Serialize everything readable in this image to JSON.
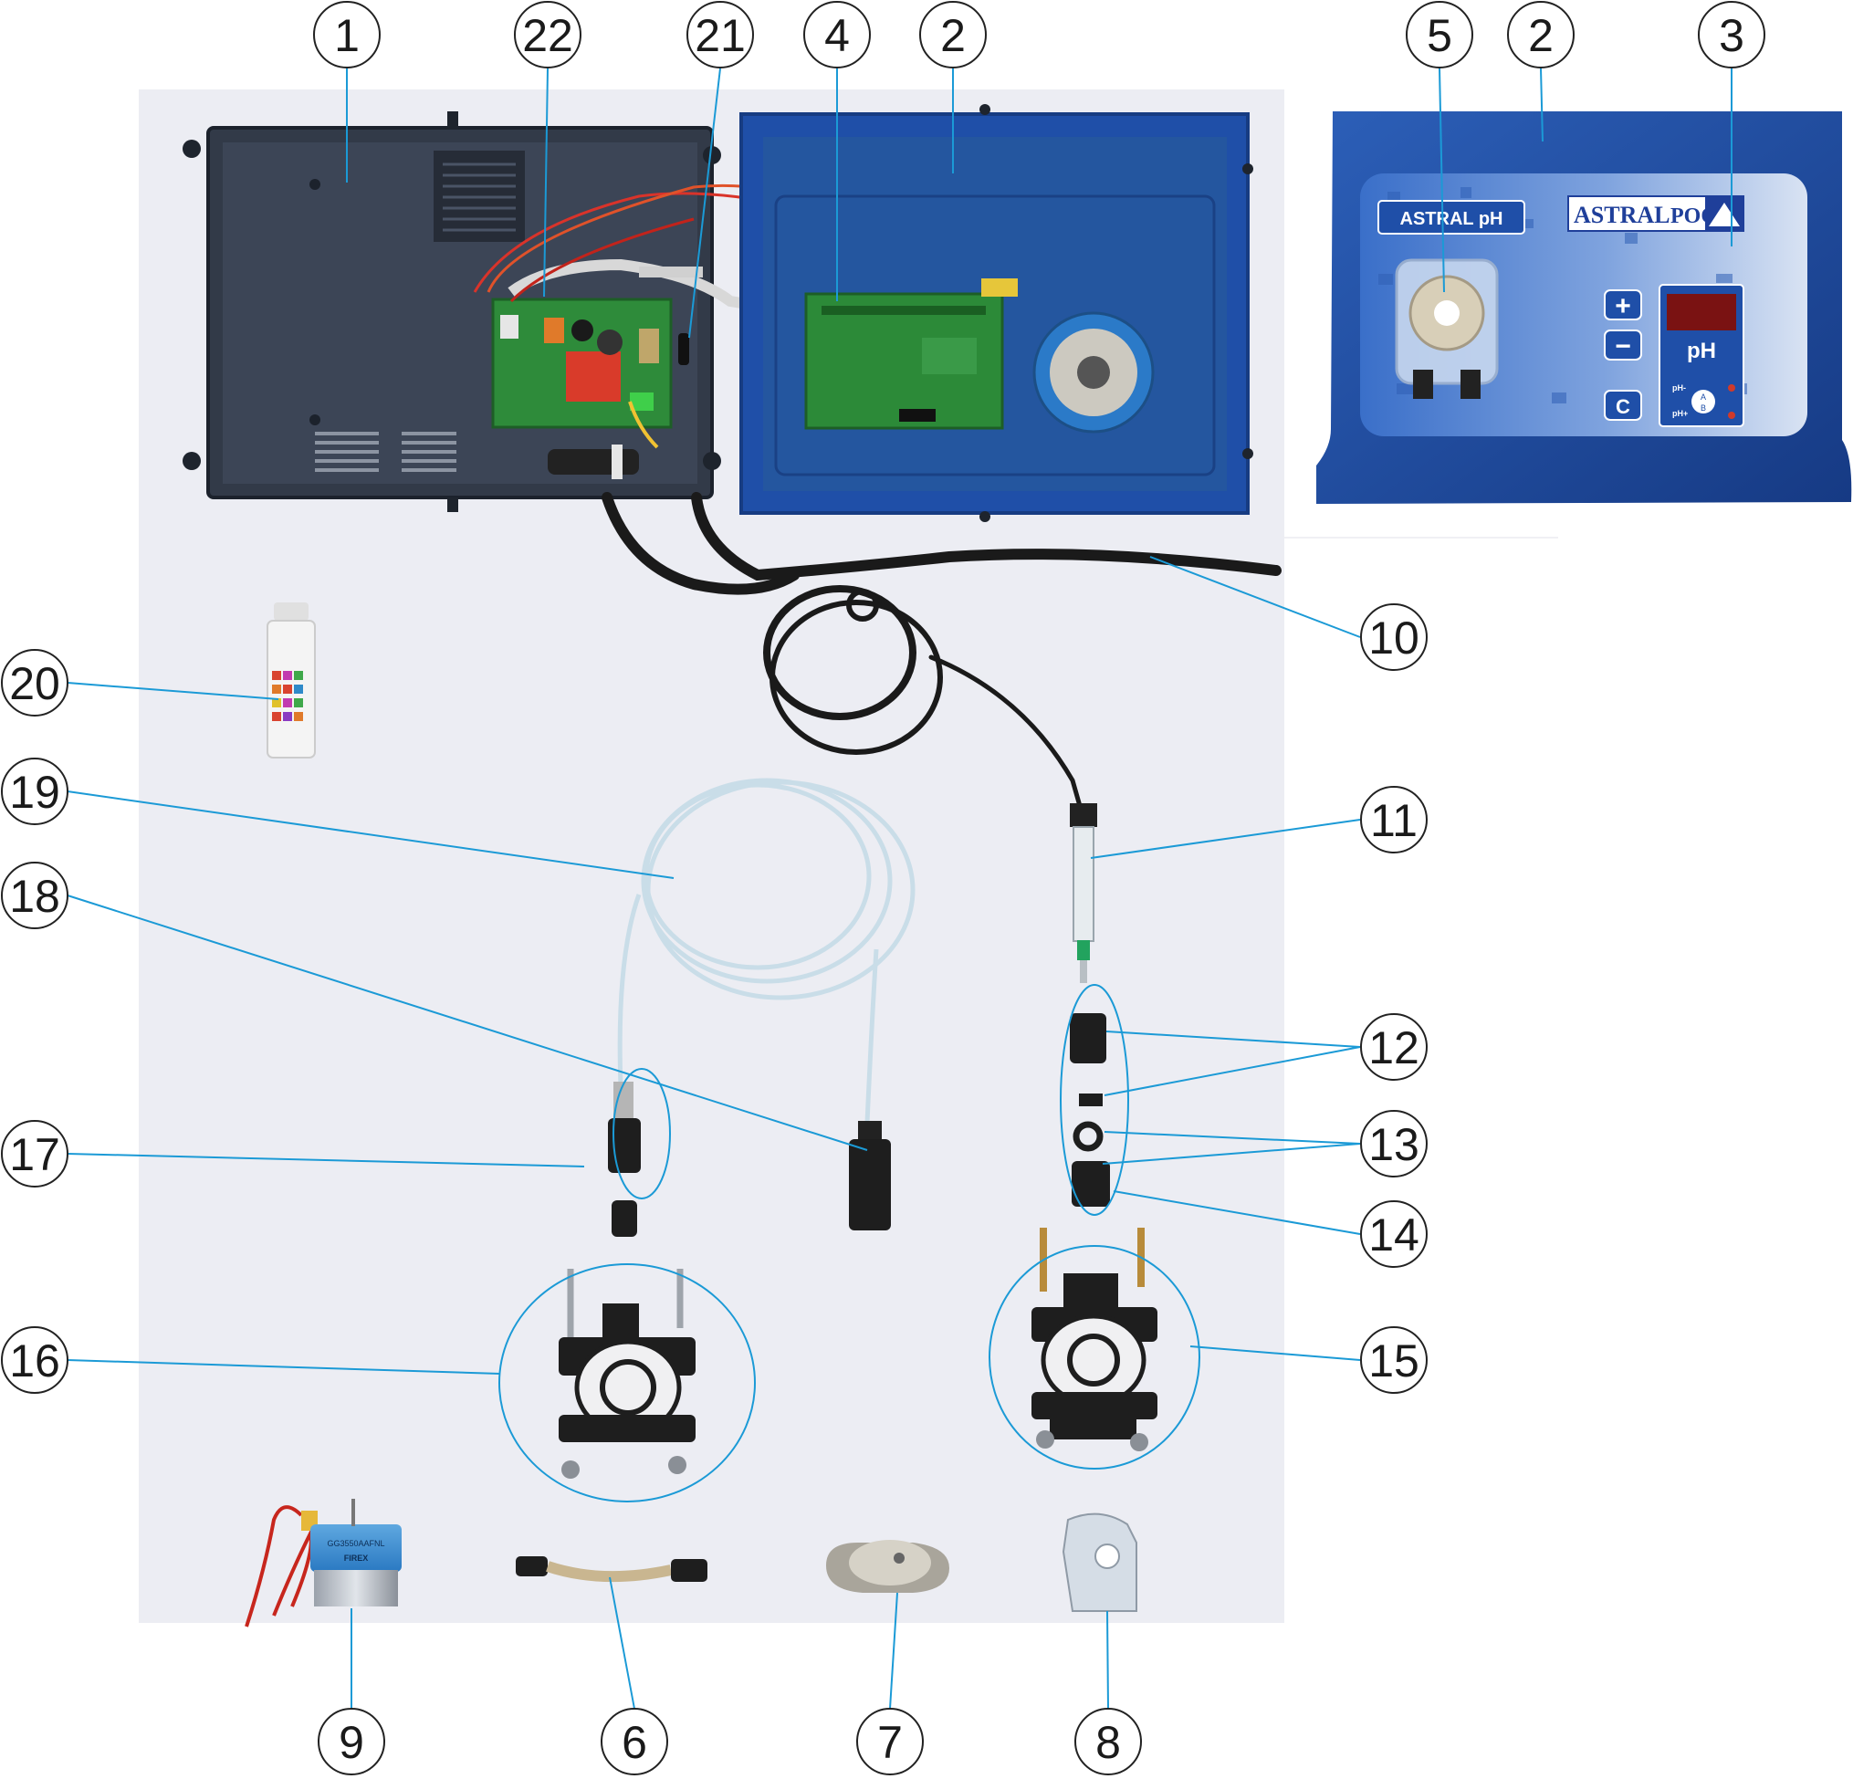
{
  "panel": {
    "product_label": "ASTRAL pH",
    "brand_bold": "ASTRAL",
    "brand_light": "POOL",
    "display_unit": "pH",
    "btn_plus": "+",
    "btn_minus": "−",
    "btn_c": "C",
    "selector_top": "pH-",
    "selector_bottom": "pH+",
    "selector_a": "A",
    "selector_b": "B"
  },
  "motor": {
    "label_line1": "GG3550AAFNL",
    "label_line2": "FIREX"
  },
  "callouts": [
    {
      "id": "c1",
      "label": "1"
    },
    {
      "id": "c22",
      "label": "22"
    },
    {
      "id": "c21",
      "label": "21"
    },
    {
      "id": "c4",
      "label": "4"
    },
    {
      "id": "c2a",
      "label": "2"
    },
    {
      "id": "c5",
      "label": "5"
    },
    {
      "id": "c2b",
      "label": "2"
    },
    {
      "id": "c3",
      "label": "3"
    },
    {
      "id": "c10",
      "label": "10"
    },
    {
      "id": "c20",
      "label": "20"
    },
    {
      "id": "c19",
      "label": "19"
    },
    {
      "id": "c11",
      "label": "11"
    },
    {
      "id": "c18",
      "label": "18"
    },
    {
      "id": "c12",
      "label": "12"
    },
    {
      "id": "c13",
      "label": "13"
    },
    {
      "id": "c17",
      "label": "17"
    },
    {
      "id": "c14",
      "label": "14"
    },
    {
      "id": "c16",
      "label": "16"
    },
    {
      "id": "c15",
      "label": "15"
    },
    {
      "id": "c9",
      "label": "9"
    },
    {
      "id": "c6",
      "label": "6"
    },
    {
      "id": "c7",
      "label": "7"
    },
    {
      "id": "c8",
      "label": "8"
    }
  ],
  "colors": {
    "leader": "#1b9ad6",
    "enclosure_blue": "#1f4fa8",
    "enclosure_dark": "#3a4456",
    "pcb_green": "#2e8b3a",
    "background_board": "#ecedf3"
  }
}
